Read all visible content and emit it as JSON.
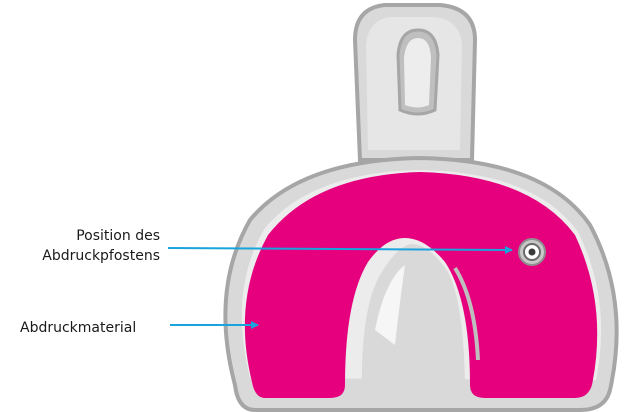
{
  "labels": {
    "post_line1": "Position des",
    "post_line2": "Abdruckpfostens",
    "material": "Abdruckmaterial"
  },
  "colors": {
    "tray_fill": "#d9d9d9",
    "tray_outline": "#a6a6a6",
    "tray_highlight": "#f4f4f4",
    "impression_material": "#e6007e",
    "arrow": "#1aa4dc",
    "post": "#c8c8c8"
  }
}
